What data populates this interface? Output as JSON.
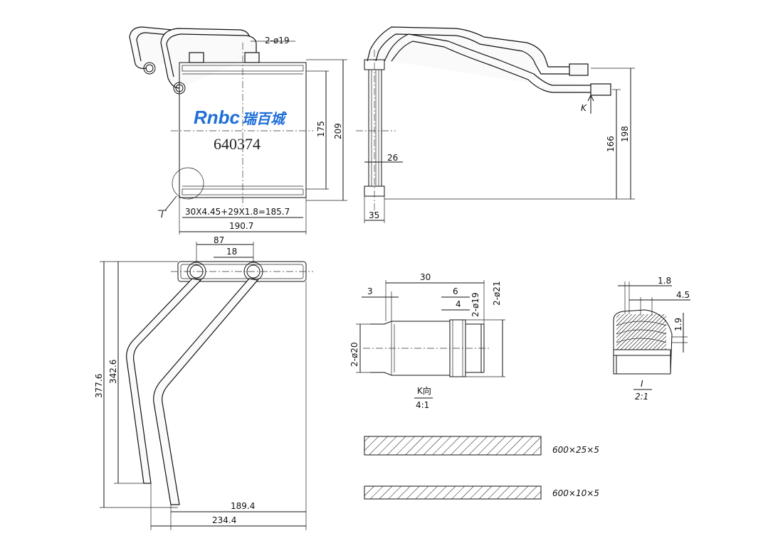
{
  "brand": {
    "logo_text": "Rnbc",
    "logo_cn": "瑞百城",
    "part_number": "640374"
  },
  "front_view": {
    "dims": {
      "pipe_dia": "2-ø19",
      "core_h": "175",
      "total_h": "209",
      "fins": "30X4.45+29X1.8=185.7",
      "width": "190.7"
    },
    "detail_marker": "I"
  },
  "side_view": {
    "dims": {
      "tube_w": "26",
      "depth": "35",
      "h1": "166",
      "h2": "198"
    },
    "detail_marker": "K"
  },
  "top_view": {
    "dims": {
      "pitch": "87",
      "pipe_gap": "18",
      "h_outer": "377.6",
      "h_inner": "342.6",
      "w_inner": "189.4",
      "w_outer": "234.4"
    }
  },
  "detail_k": {
    "dims": {
      "len": "30",
      "lip": "3",
      "bead": "6",
      "bead_w": "4",
      "d19": "2-ø19",
      "d21": "2-ø21",
      "d20": "2-ø20"
    },
    "caption": "K向",
    "scale": "4:1"
  },
  "detail_i": {
    "dims": {
      "a": "1.8",
      "b": "4.5",
      "c": "1.9"
    },
    "caption": "I",
    "scale": "2:1"
  },
  "hatch_bars": [
    {
      "label": "600×25×5"
    },
    {
      "label": "600×10×5"
    }
  ]
}
